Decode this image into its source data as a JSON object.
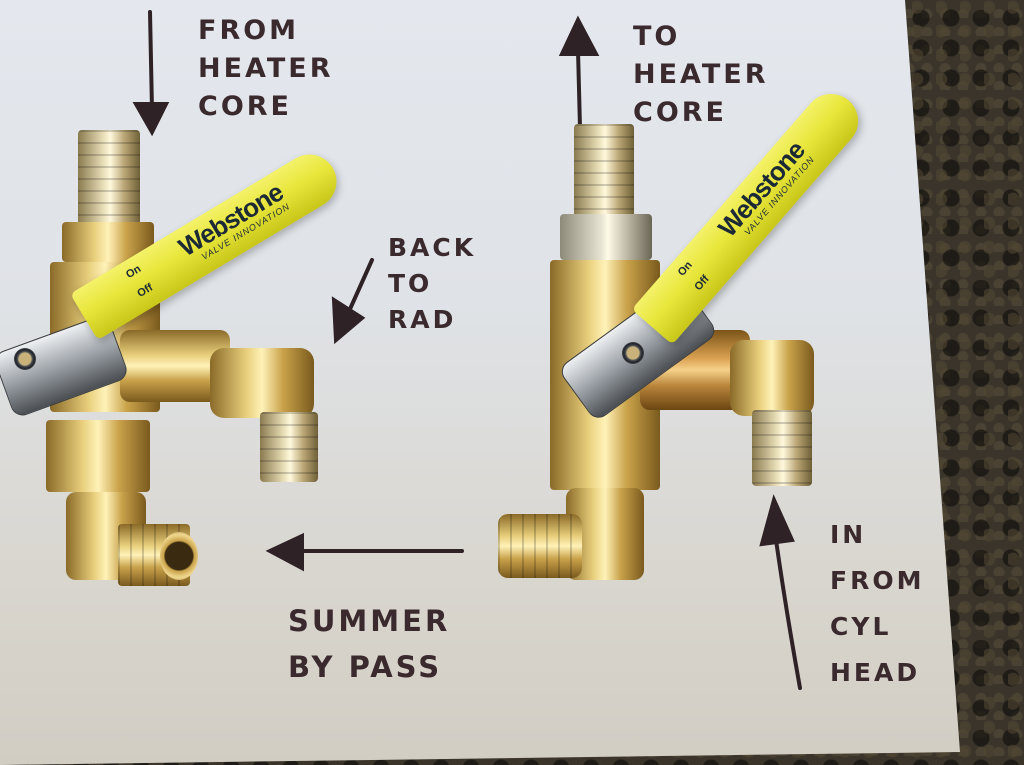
{
  "photo": {
    "subject": "Two brass 3-way ball valves with yellow handles on annotated paper",
    "colors": {
      "paper": "#e0e3e7",
      "ink": "#3a2a2e",
      "brass": "#d9b85a",
      "handle_yellow": "#e8e63a",
      "granite": "#3a342a"
    }
  },
  "labels": {
    "from_heater_core": "FROM\nHEATER\nCORE",
    "to_heater_core": "TO\nHEATER\nCORE",
    "back_to_rad": "BACK\nTO\nRAD",
    "summer_bypass": "SUMMER\nBY PASS",
    "in_from_cyl_head": "IN\nFROM\nCYL\nHEAD"
  },
  "valves": [
    {
      "position": "left",
      "handle": {
        "brand": "Webstone",
        "tagline": "VALVE INNOVATION",
        "on_label": "On",
        "off_label": "Off"
      }
    },
    {
      "position": "right",
      "handle": {
        "brand": "Webstone",
        "tagline": "VALVE INNOVATION",
        "on_label": "On",
        "off_label": "Off"
      }
    }
  ]
}
